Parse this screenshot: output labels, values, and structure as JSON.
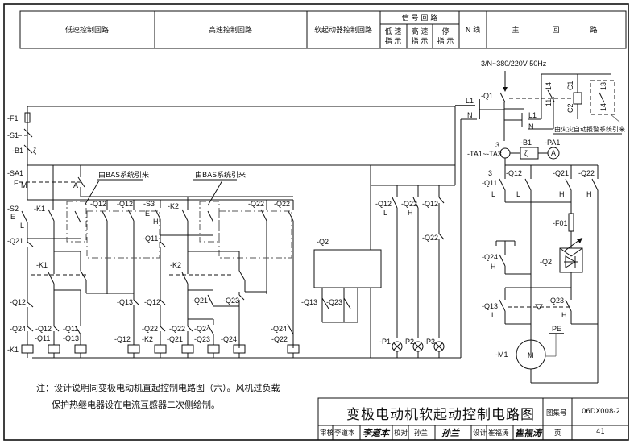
{
  "header": {
    "col_low_speed": "低速控制回路",
    "col_high_speed": "高速控制回路",
    "col_soft_starter": "软起动器控制回路",
    "signal_group": "信 号 回 路",
    "signal_low": [
      "低 速",
      "指 示"
    ],
    "signal_high": [
      "高 速",
      "指 示"
    ],
    "signal_stop": [
      "停",
      "指 示"
    ],
    "col_n_line": "N 线",
    "col_main": [
      "主",
      "回",
      "路"
    ]
  },
  "main_circuit": {
    "supply": "3/N~380/220V 50Hz",
    "fire_alarm_note": "由火灾自动报警系统引来",
    "labels": {
      "L1": "L1",
      "N": "N",
      "Q1": "-Q1",
      "L1b": "L1",
      "Nb": "N",
      "C1": "C1",
      "C2": "C2",
      "t11": "11",
      "t14": "14",
      "t13": "13",
      "t14b": "14",
      "B1": "-B1",
      "PA1": "-PA1",
      "A": "A",
      "TA": "-TA1~-TA3",
      "three": "3",
      "Q11": "-Q11",
      "Q12": "-Q12",
      "Q21": "-Q21",
      "Q22": "-Q22",
      "L": "L",
      "H": "H",
      "F01": "-F01",
      "Q24": "-Q24",
      "Q2": "-Q2",
      "Q13": "-Q13",
      "Q23": "-Q23",
      "PE": "PE",
      "M1": "-M1",
      "M": "M"
    }
  },
  "control_circuit": {
    "bas_note_1": "由BAS系统引来",
    "bas_note_2": "由BAS系统引来",
    "labels": {
      "F1": "-F1",
      "S1": "-S1",
      "E": "E",
      "B1": "-B1",
      "SA1": "-SA1",
      "SA1F": "F",
      "SA1M": "M",
      "SA1A": "A",
      "S2": "-S2",
      "S2L": "L",
      "K1": "-K1",
      "Q12a": "-Q12",
      "Q12b": "-Q12",
      "S3": "-S3",
      "S3H": "H",
      "K2": "-K2",
      "Q22a": "-Q22",
      "Q22b": "-Q22",
      "Q21": "-Q21",
      "Q11": "-Q11",
      "K1c": "-K1",
      "K2c": "-K2",
      "Q12c": "-Q12",
      "Q24": "-Q24",
      "Q13": "-Q13",
      "Q21b": "-Q21",
      "Q23": "-Q23",
      "Q22c": "-Q22",
      "coil_K1": "-K1",
      "coil_Q11": "-Q11",
      "coil_Q13": "-Q13",
      "coil_Q12": "-Q12",
      "coil_K2": "-K2",
      "coil_Q21": "-Q21",
      "coil_Q23": "-Q23",
      "coil_Q24": "-Q24",
      "coil_Q22": "-Q22",
      "Q12d": "-Q12",
      "Q11d": "-Q11",
      "Q22d": "-Q22",
      "Q22e": "-Q22",
      "Q24d": "-Q24",
      "Q24e": "-Q24",
      "Q2": "-Q2",
      "Q13s": "-Q13",
      "Q23s": "-Q23",
      "sQ12": "-Q12",
      "sQ22": "-Q22",
      "sQ12b": "-Q12",
      "sQ22b": "-Q22",
      "sL": "L",
      "sH": "H",
      "P1": "-P1",
      "P2": "-P2",
      "P3": "-P3"
    }
  },
  "note": {
    "line1": "注：设计说明同变极电动机直起控制电路图（六）。风机过负载",
    "line2": "保护热继电器设在电流互感器二次侧绘制。"
  },
  "title_block": {
    "title": "变极电动机软起动控制电路图",
    "atlas_label": "图集号",
    "atlas_no": "06DX008-2",
    "review_label": "审核",
    "reviewer": "李道本",
    "reviewer_sig": "李道本",
    "check_label": "校对",
    "checker": "孙兰",
    "checker_sig": "孙兰",
    "design_label": "设计",
    "designer": "崔福涛",
    "designer_sig": "崔福涛",
    "page_label": "页",
    "page_no": "41"
  }
}
